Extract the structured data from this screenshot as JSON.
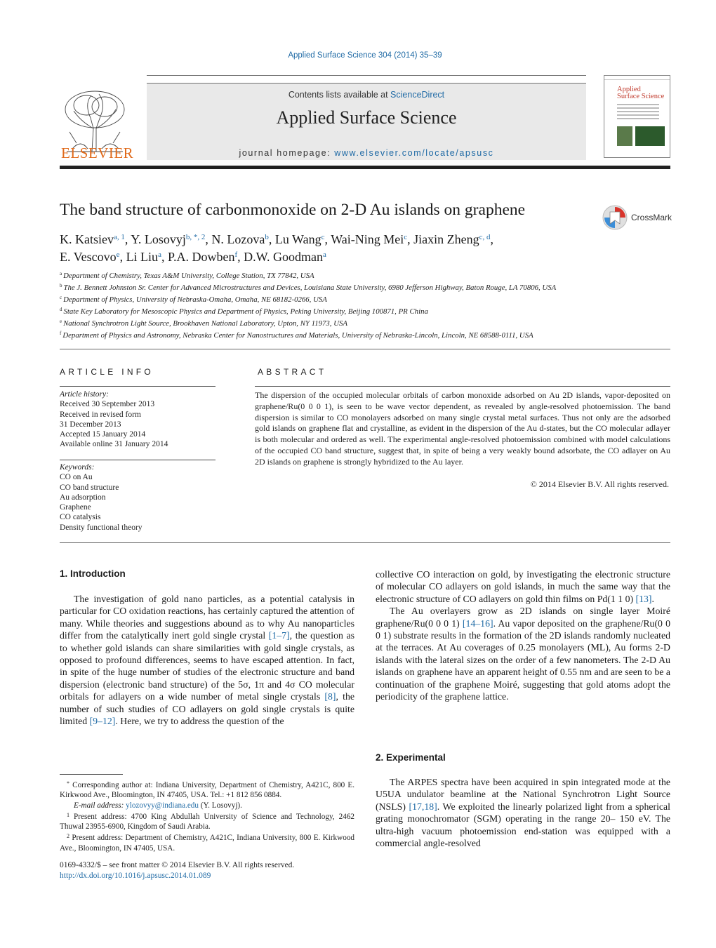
{
  "citation": "Applied Surface Science 304 (2014) 35–39",
  "header": {
    "publisher_logo_text": "ELSEVIER",
    "contents_prefix": "Contents lists available at ",
    "contents_link": "ScienceDirect",
    "journal_title": "Applied Surface Science",
    "homepage_prefix": "journal homepage: ",
    "homepage_url": "www.elsevier.com/locate/apsusc",
    "cover_title_line1": "Applied",
    "cover_title_line2": "Surface Science"
  },
  "article": {
    "title": "The band structure of carbonmonoxide on 2-D Au islands on graphene",
    "crossmark": "CrossMark",
    "authors": [
      {
        "name": "K. Katsiev",
        "sup": "a, 1"
      },
      {
        "name": "Y. Losovyj",
        "sup": "b, *, 2"
      },
      {
        "name": "N. Lozova",
        "sup": "b"
      },
      {
        "name": "Lu Wang",
        "sup": "c"
      },
      {
        "name": "Wai-Ning Mei",
        "sup": "c"
      },
      {
        "name": "Jiaxin Zheng",
        "sup": "c, d"
      },
      {
        "name": "E. Vescovo",
        "sup": "e"
      },
      {
        "name": "Li Liu",
        "sup": "a"
      },
      {
        "name": "P.A. Dowben",
        "sup": "f"
      },
      {
        "name": "D.W. Goodman",
        "sup": "a"
      }
    ],
    "affiliations": [
      {
        "key": "a",
        "text": "Department of Chemistry, Texas A&M University, College Station, TX 77842, USA"
      },
      {
        "key": "b",
        "text": "The J. Bennett Johnston Sr. Center for Advanced Microstructures and Devices, Louisiana State University, 6980 Jefferson Highway, Baton Rouge, LA 70806, USA"
      },
      {
        "key": "c",
        "text": "Department of Physics, University of Nebraska-Omaha, Omaha, NE 68182-0266, USA"
      },
      {
        "key": "d",
        "text": "State Key Laboratory for Mesoscopic Physics and Department of Physics, Peking University, Beijing 100871, PR China"
      },
      {
        "key": "e",
        "text": "National Synchrotron Light Source, Brookhaven National Laboratory, Upton, NY 11973, USA"
      },
      {
        "key": "f",
        "text": "Department of Physics and Astronomy, Nebraska Center for Nanostructures and Materials, University of Nebraska-Lincoln, Lincoln, NE 68588-0111, USA"
      }
    ]
  },
  "info": {
    "heading": "ARTICLE INFO",
    "history_label": "Article history:",
    "history": [
      "Received 30 September 2013",
      "Received in revised form",
      "31 December 2013",
      "Accepted 15 January 2014",
      "Available online 31 January 2014"
    ],
    "keywords_label": "Keywords:",
    "keywords": [
      "CO on Au",
      "CO band structure",
      "Au adsorption",
      "Graphene",
      "CO catalysis",
      "Density functional theory"
    ]
  },
  "abstract": {
    "heading": "ABSTRACT",
    "text": "The dispersion of the occupied molecular orbitals of carbon monoxide adsorbed on Au 2D islands, vapor-deposited on graphene/Ru(0 0 0 1), is seen to be wave vector dependent, as revealed by angle-resolved photoemission. The band dispersion is similar to CO monolayers adsorbed on many single crystal metal surfaces. Thus not only are the adsorbed gold islands on graphene flat and crystalline, as evident in the dispersion of the Au d-states, but the CO molecular adlayer is both molecular and ordered as well. The experimental angle-resolved photoemission combined with model calculations of the occupied CO band structure, suggest that, in spite of being a very weakly bound adsorbate, the CO adlayer on Au 2D islands on graphene is strongly hybridized to the Au layer.",
    "copyright": "© 2014 Elsevier B.V. All rights reserved."
  },
  "intro": {
    "heading": "1.  Introduction",
    "p1_a": "The investigation of gold nano particles, as a potential catalysis in particular for CO oxidation reactions, has certainly captured the attention of many. While theories and suggestions abound as to why Au nanoparticles differ from the catalytically inert gold single crystal ",
    "p1_ref1": "[1–7]",
    "p1_b": ", the question as to whether gold islands can share similarities with gold single crystals, as opposed to profound differences, seems to have escaped attention. In fact, in spite of the huge number of studies of the electronic structure and band dispersion (electronic band structure) of the 5σ, 1π and 4σ CO molecular orbitals for adlayers on a wide number of metal single crystals ",
    "p1_ref2": "[8]",
    "p1_c": ", the number of such studies of CO adlayers on gold single crystals is quite limited ",
    "p1_ref3": "[9–12]",
    "p1_d": ". Here, we try to address the question of the"
  },
  "right_col": {
    "cont_a": "collective CO interaction on gold, by investigating the electronic structure of molecular CO adlayers on gold islands, in much the same way that the electronic structure of CO adlayers on gold thin films on Pd(1 1 0) ",
    "cont_ref": "[13]",
    "cont_b": ".",
    "p2_a": "The Au overlayers grow as 2D islands on single layer Moiré graphene/Ru(0 0 0 1) ",
    "p2_ref": "[14–16]",
    "p2_b": ". Au vapor deposited on the graphene/Ru(0 0 0 1) substrate results in the formation of the 2D islands randomly nucleated at the terraces. At Au coverages of 0.25 monolayers (ML), Au forms 2-D islands with the lateral sizes on the order of a few nanometers. The 2-D Au islands on graphene have an apparent height of 0.55 nm and are seen to be a continuation of the graphene Moiré, suggesting that gold atoms adopt the periodicity of the graphene lattice.",
    "exp_heading": "2.  Experimental",
    "p3_a": "The ARPES spectra have been acquired in spin integrated mode at the U5UA undulator beamline at the National Synchrotron Light Source (NSLS) ",
    "p3_ref": "[17,18]",
    "p3_b": ". We exploited the linearly polarized light from a spherical grating monochromator (SGM) operating in the range 20– 150 eV. The ultra-high vacuum photoemission end-station was equipped with a commercial angle-resolved"
  },
  "footnotes": {
    "fn1_a": "Corresponding author at: Indiana University, Department of Chemistry, A421C, 800 E. Kirkwood Ave., Bloomington, IN 47405, USA. Tel.: +1 812 856 0884.",
    "email_label": "E-mail address: ",
    "email": "ylozovyy@indiana.edu",
    "email_suffix": " (Y. Losovyj).",
    "fn2": "Present address: 4700 King Abdullah University of Science and Technology, 2462 Thuwal 23955-6900, Kingdom of Saudi Arabia.",
    "fn3": "Present address: Department of Chemistry, A421C, Indiana University, 800 E. Kirkwood Ave., Bloomington, IN 47405, USA.",
    "front_matter": "0169-4332/$ – see front matter © 2014 Elsevier B.V. All rights reserved.",
    "doi": "http://dx.doi.org/10.1016/j.apsusc.2014.01.089"
  },
  "colors": {
    "link": "#1f6aa5",
    "elsevier_orange": "#e06a1b",
    "cover_red": "#c0392b"
  }
}
